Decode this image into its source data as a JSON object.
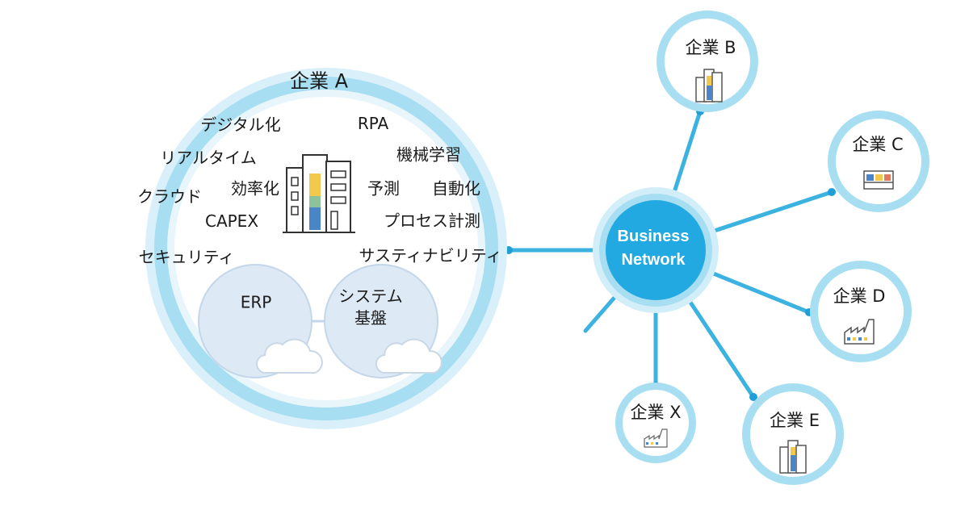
{
  "company_a": {
    "title": "企業 A",
    "keywords": {
      "digital": "デジタル化",
      "rpa": "RPA",
      "realtime": "リアルタイム",
      "ml": "機械学習",
      "efficiency": "効率化",
      "forecast": "予測",
      "automation": "自動化",
      "cloud": "クラウド",
      "capex": "CAPEX",
      "process": "プロセス計測",
      "security": "セキュリティ",
      "sustainability": "サスティナビリティ"
    },
    "systems": {
      "erp": "ERP",
      "platform_line1": "システム",
      "platform_line2": "基盤"
    }
  },
  "hub": {
    "line1": "Business",
    "line2": "Network"
  },
  "partners": {
    "b": "企業 B",
    "c": "企業 C",
    "d": "企業 D",
    "e": "企業 E",
    "x": "企業 X"
  },
  "colors": {
    "ring": "#a8def1",
    "ring_inner": "#e8f6fc",
    "hub": "#22a9e1",
    "line": "#3bb2e0",
    "system_fill": "#dde9f4",
    "system_stroke": "#c4d7ea",
    "icon_blue": "#4a86c7",
    "icon_yellow": "#f2c94c"
  }
}
